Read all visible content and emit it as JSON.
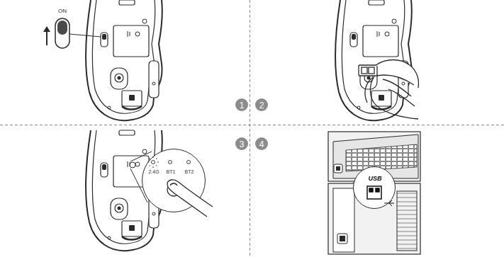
{
  "diagram": {
    "nodes": [
      {
        "text": [
          "1"
        ]
      },
      {
        "text": [
          "2"
        ]
      },
      {
        "text": [
          "3"
        ]
      },
      {
        "text": [
          "2.4G",
          "BT1",
          "BT2"
        ]
      },
      {
        "text": [
          "4"
        ]
      },
      {
        "text": [
          "USB"
        ]
      }
    ],
    "labels": [
      "ON"
    ]
  }
}
